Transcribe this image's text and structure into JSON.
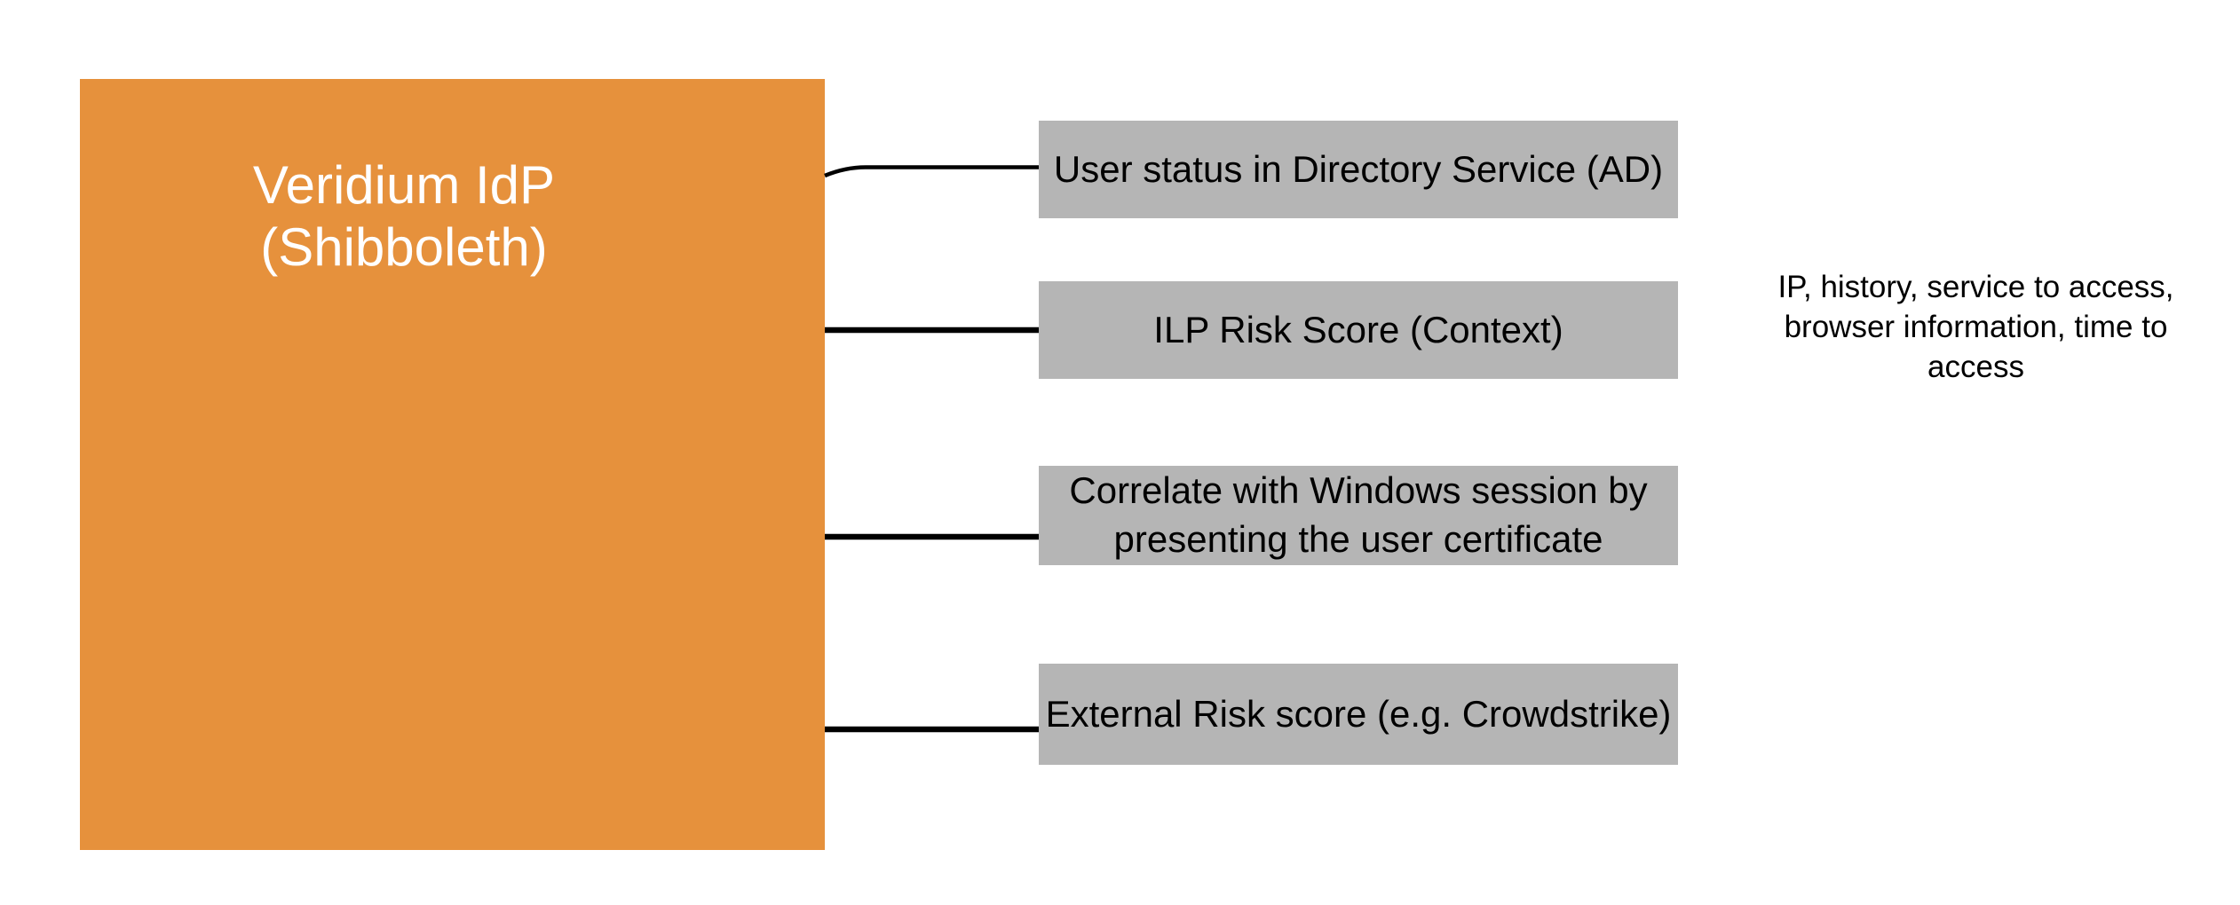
{
  "diagram": {
    "background_color": "#FFFFFF",
    "main_box": {
      "label": "Veridium IdP\n(Shibboleth)",
      "fill_color": "#E6913C",
      "text_color": "#FFFFFF"
    },
    "factor_boxes": [
      {
        "label": "User status in Directory Service (AD)"
      },
      {
        "label": "ILP Risk Score (Context)"
      },
      {
        "label": "Correlate with Windows session by presenting the user certificate"
      },
      {
        "label": "External Risk score (e.g. Crowdstrike)"
      }
    ],
    "factor_box_fill_color": "#B5B5B5",
    "factor_box_text_color": "#000000",
    "connector_color": "#000000",
    "annotation": "IP, history, service to access, browser information, time to access"
  }
}
